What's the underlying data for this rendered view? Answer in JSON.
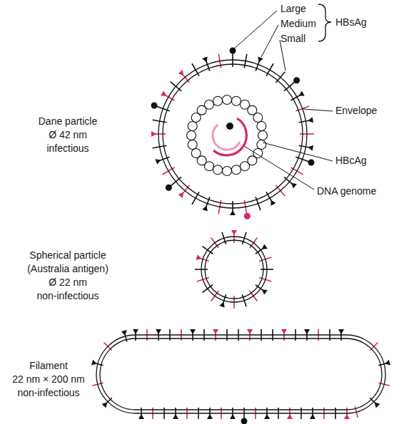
{
  "diagram": {
    "labels": [
      "Large",
      "Medium",
      "Small",
      "HBsAg",
      "Dane particle",
      "Ø 42 nm",
      "infectious",
      "Envelope",
      "HBcAg",
      "DNA genome",
      "Spherical particle",
      "(Australia antigen)",
      "Ø 22 nm",
      "non-infectious",
      "Filament",
      "22 nm × 200 nm",
      "non-infectious"
    ]
  }
}
